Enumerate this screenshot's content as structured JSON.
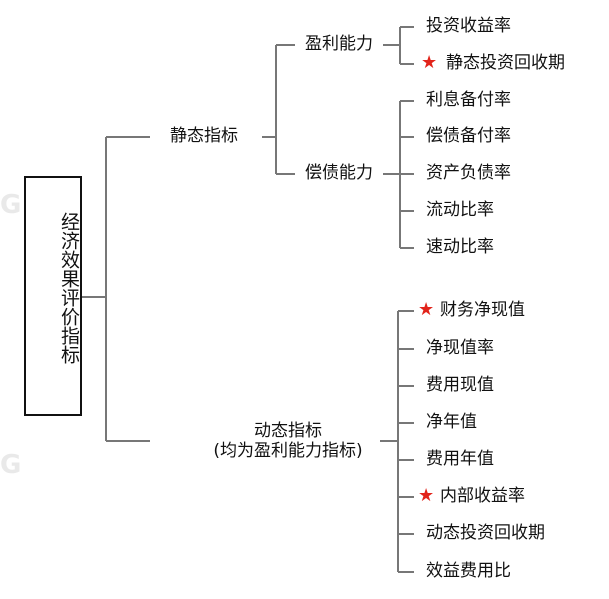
{
  "root": {
    "label": "经济效果评价指标"
  },
  "static": {
    "label": "静态指标",
    "profit": {
      "label": "盈利能力",
      "items": [
        "投资收益率",
        "静态投资回收期"
      ]
    },
    "solvency": {
      "label": "偿债能力",
      "items": [
        "利息备付率",
        "偿债备付率",
        "资产负债率",
        "流动比率",
        "速动比率"
      ]
    }
  },
  "dynamic": {
    "label_line1": "动态指标",
    "label_line2": "(均为盈利能力指标)",
    "items": [
      "财务净现值",
      "净现值率",
      "费用现值",
      "净年值",
      "费用年值",
      "内部收益率",
      "动态投资回收期",
      "效益费用比"
    ]
  },
  "star_glyph": "★",
  "star_color": "#e2231a"
}
